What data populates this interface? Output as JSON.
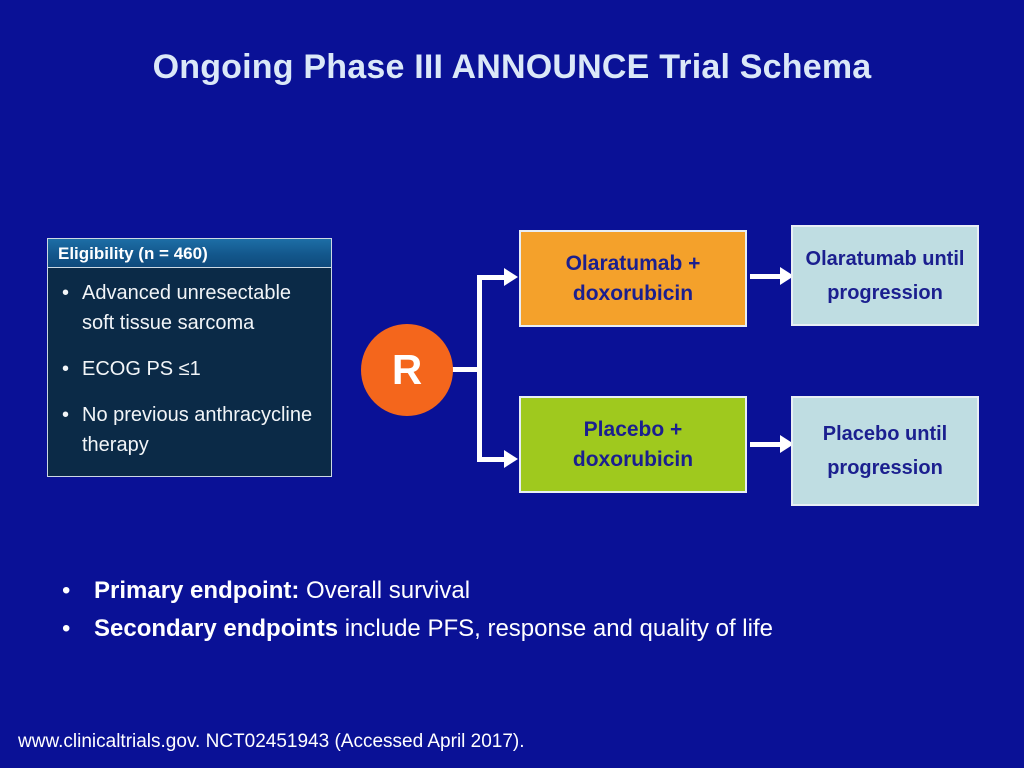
{
  "slide": {
    "title": "Ongoing Phase III ANNOUNCE Trial Schema",
    "background_color": "#0a1196",
    "title_color": "#dbe8f8"
  },
  "eligibility": {
    "header": "Eligibility (n = 460)",
    "header_color": "#13578c",
    "body_color": "#0b2a47",
    "bullet_glyph": "•",
    "items": [
      {
        "text": "Advanced unresectable soft tissue sarcoma"
      },
      {
        "text": "ECOG PS ≤1"
      },
      {
        "text": "No previous anthracycline therapy"
      }
    ]
  },
  "randomization": {
    "label": "R",
    "color": "#f4661c"
  },
  "arms": [
    {
      "name": "olaratumab-arm",
      "treatment_label": "Olaratumab + doxorubicin",
      "treatment_color": "#f4a12b",
      "outcome_label": "Olaratumab until progression",
      "outcome_color": "#bfdde2",
      "text_color": "#1b1f8f"
    },
    {
      "name": "placebo-arm",
      "treatment_label": "Placebo + doxorubicin",
      "treatment_color": "#9fc91e",
      "outcome_label": "Placebo until progression",
      "outcome_color": "#bfdde2",
      "text_color": "#1b1f8f"
    }
  ],
  "endpoints": {
    "bullet_glyph": "•",
    "items": [
      {
        "lead": "Primary endpoint:",
        "rest": " Overall survival"
      },
      {
        "lead": "Secondary endpoints",
        "rest": " include PFS, response and quality of life"
      }
    ]
  },
  "footer": {
    "citation": "www.clinicaltrials.gov. NCT02451943 (Accessed April 2017)."
  }
}
